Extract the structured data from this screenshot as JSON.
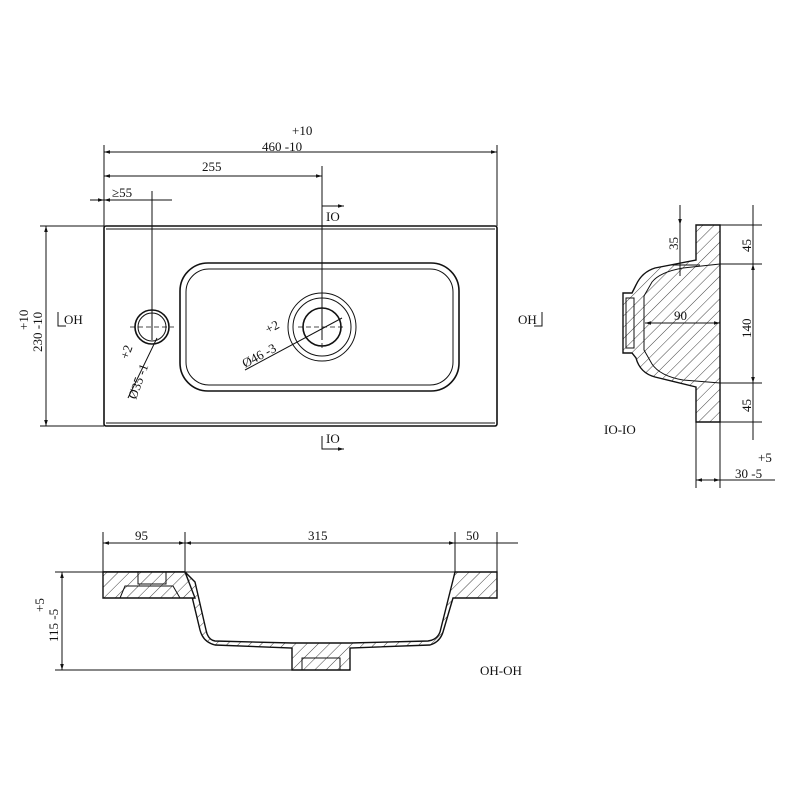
{
  "top_view": {
    "width_tol_plus": "+10",
    "width_label": "460 -10",
    "drain_offset": "255",
    "tap_offset": "≥55",
    "depth_tol_plus": "+10",
    "depth_label": "230 -10",
    "tap_hole": {
      "tol": "+2",
      "label": "Ø35 -1"
    },
    "drain_hole": {
      "tol": "+2",
      "label": "Ø46 -3"
    },
    "section_marker_top": "IO",
    "section_marker_bottom": "IO",
    "section_marker_left": "OH",
    "section_marker_right": "OH"
  },
  "section_10": {
    "title": "IO-IO",
    "dim_35": "35",
    "dim_45_top": "45",
    "dim_140": "140",
    "dim_45_bottom": "45",
    "dim_90": "90",
    "dim_30_tol": "+5",
    "dim_30": "30 -5"
  },
  "section_oh": {
    "title": "OH-OH",
    "dim_95": "95",
    "dim_315": "315",
    "dim_50": "50",
    "height_tol": "+5",
    "height_label": "115 -5"
  }
}
